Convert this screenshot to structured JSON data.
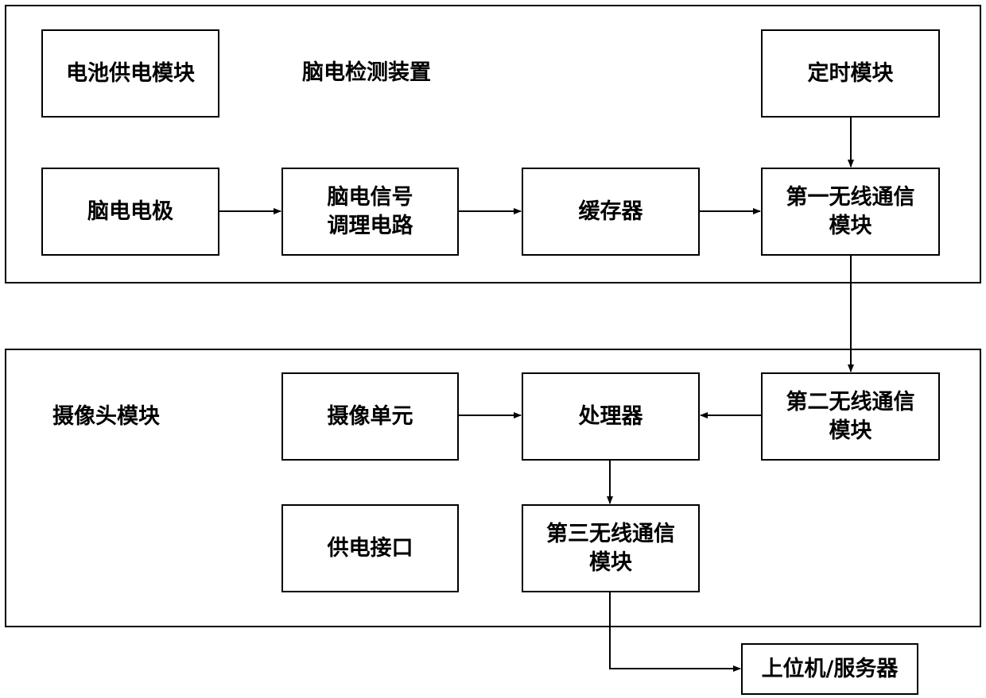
{
  "eeg_device": {
    "title": "脑电检测装置",
    "battery_module": "电池供电模块",
    "timer_module": "定时模块",
    "eeg_electrode": "脑电电极",
    "signal_conditioning": [
      "脑电信号",
      "调理电路"
    ],
    "buffer": "缓存器",
    "wireless_1": [
      "第一无线通信",
      "模块"
    ]
  },
  "camera_module": {
    "title": "摄像头模块",
    "camera_unit": "摄像单元",
    "processor": "处理器",
    "wireless_2": [
      "第二无线通信",
      "模块"
    ],
    "power_interface": "供电接口",
    "wireless_3": [
      "第三无线通信",
      "模块"
    ]
  },
  "host": "上位机/服务器"
}
